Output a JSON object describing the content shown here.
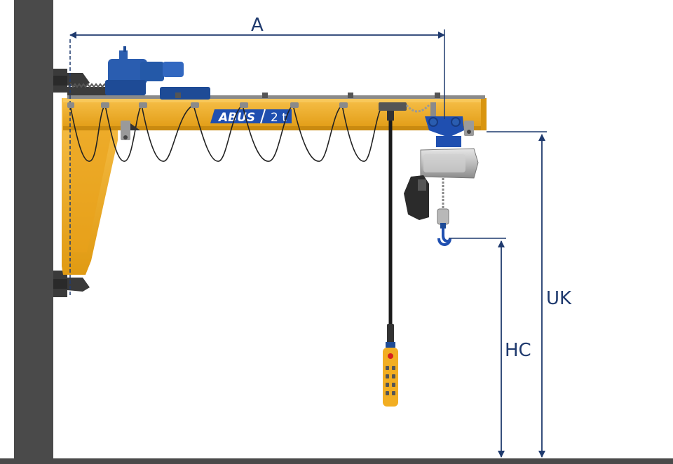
{
  "dimensions": {
    "outreach": "A",
    "hook_height": "HC",
    "underside_height": "UK"
  },
  "crane": {
    "brand": "ABUS",
    "capacity": "2 t"
  },
  "colors": {
    "wall": "#4a4a4a",
    "boom": "#f2ae22",
    "boom_dark": "#c98a10",
    "drive": "#2a5db0",
    "trolley": "#1f4fb0",
    "hoist": "#c8c8c8",
    "dimension_line": "#1f3a6e",
    "pendant": "#f2ae22"
  }
}
